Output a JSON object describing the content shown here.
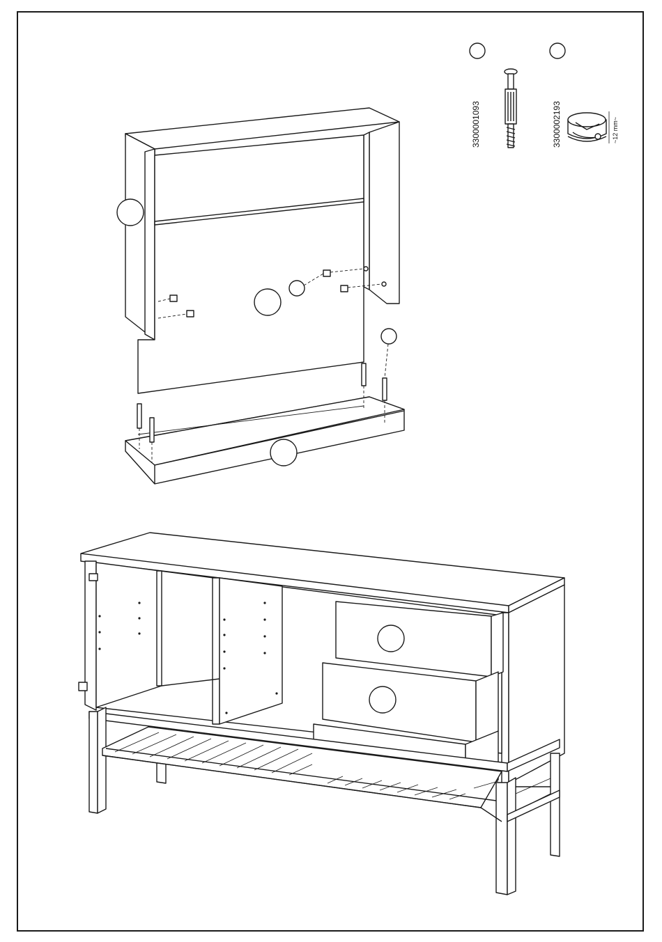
{
  "parts": [
    {
      "code": "3300001093",
      "name": "dowel-screw"
    },
    {
      "code": "3300002193",
      "name": "cam-lock"
    }
  ],
  "cam_dimension": "~12 mm~",
  "colors": {
    "stroke": "#1a1a1a",
    "paper": "#ffffff",
    "panel": "#ffffff"
  }
}
